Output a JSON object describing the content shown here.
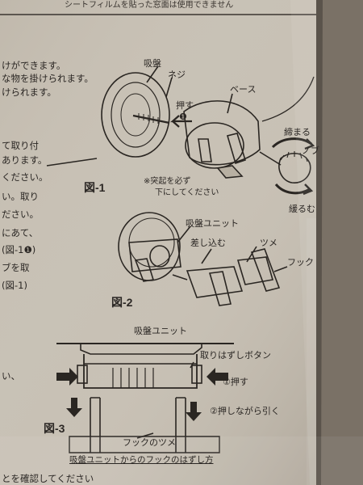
{
  "photo": {
    "paper_color": "#c9c2b6",
    "ink_color": "#2b2724",
    "border_color": "#6f665b"
  },
  "top_cut_text": "シートフィルムを貼った窓面は使用できません",
  "left_column": [
    "けができます。",
    "な物を掛けられます。",
    "けられます。",
    "て取り付",
    "あります。",
    "ください。",
    "い。取り",
    "ださい。",
    "にあて、",
    "(図-1❶)",
    "ブを取",
    "(図-1)",
    "い、",
    "とを確認してください"
  ],
  "figure1": {
    "label": "図-1",
    "suction_cup": "吸盤",
    "screw": "ネジ",
    "push": "押す",
    "step_mark": "❶",
    "base": "ベース",
    "tighten": "締まる",
    "knob": "ノブ",
    "loosen": "緩るむ",
    "note_line1": "※突起を必ず",
    "note_line2": "下にしてください"
  },
  "figure2": {
    "label": "図-2",
    "suction_unit": "吸盤ユニット",
    "insert": "差し込む",
    "claw": "ツメ",
    "hook": "フック"
  },
  "figure3": {
    "label": "図-3",
    "suction_unit": "吸盤ユニット",
    "release_button": "取りはずしボタン",
    "step1": "①押す",
    "step2": "②押しながら引く",
    "hook_claw": "フックのツメ",
    "caption": "吸盤ユニットからのフックのはずし方"
  }
}
